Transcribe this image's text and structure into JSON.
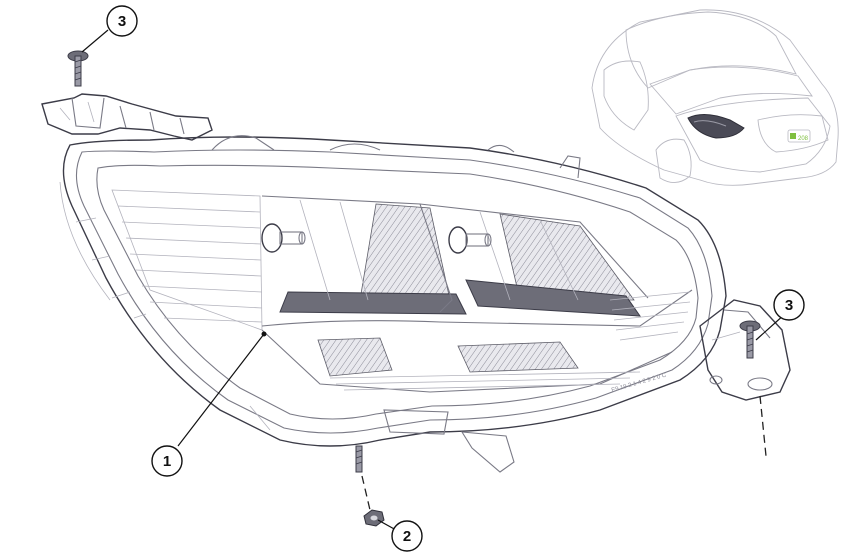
{
  "figure": {
    "callouts": [
      {
        "id": "c1",
        "number": "1"
      },
      {
        "id": "c2",
        "number": "2"
      },
      {
        "id": "c3a",
        "number": "3"
      },
      {
        "id": "c3b",
        "number": "3"
      }
    ],
    "car_badge": "208",
    "part_marking": "E9 19 2 1 4 2 9 2 0 C"
  },
  "colors": {
    "line": "#7a7a86",
    "dark_line": "#3c3c48",
    "shade": "#6d6d78",
    "accent_green": "#7fbf3f"
  }
}
